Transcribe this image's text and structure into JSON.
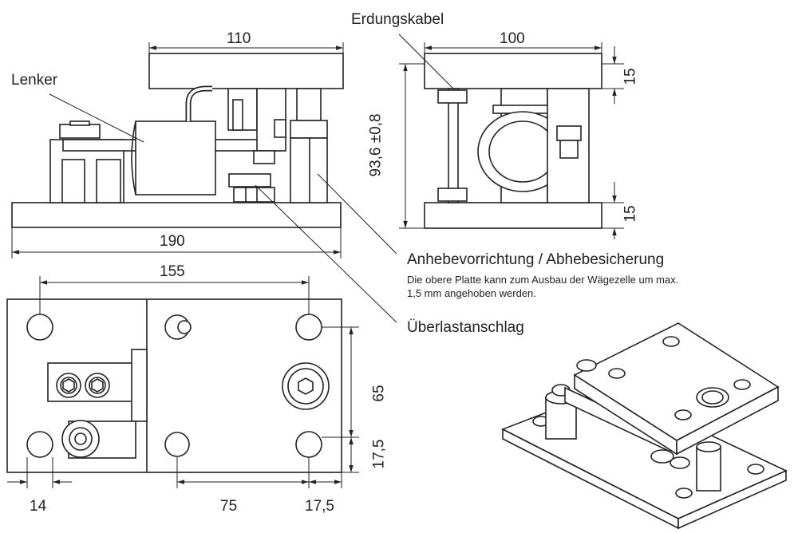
{
  "labels": {
    "lenker": "Lenker",
    "erdungskabel": "Erdungskabel",
    "anhebevorrichtung": "Anhebevorrichtung / Abhebesicherung",
    "note_line1": "Die obere Platte kann zum Ausbau der Wägezelle um max.",
    "note_line2": "1,5 mm angehoben werden.",
    "ueberlastanschlag": "Überlastanschlag"
  },
  "dimensions": {
    "side_top_width": "110",
    "side_total_width": "190",
    "front_top_width": "100",
    "front_top_plate": "15",
    "front_bottom_plate": "15",
    "front_height": "93,6 ±0,8",
    "top_hole_spacing": "155",
    "top_hole_rows": "65",
    "top_edge_offset_right": "17,5",
    "top_left_offset": "14",
    "top_bottom_75": "75",
    "top_bottom_17_5": "17,5"
  },
  "colors": {
    "ink": "#222222",
    "part_fill": "#ffffff"
  }
}
